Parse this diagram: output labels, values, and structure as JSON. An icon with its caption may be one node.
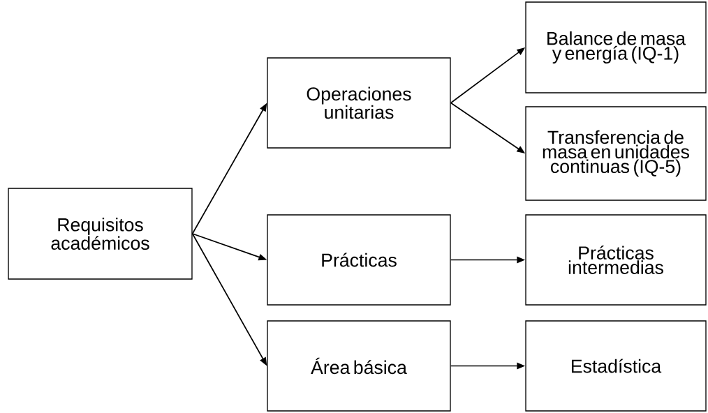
{
  "diagram": {
    "nodes": [
      {
        "text": [
          "Requisitos académicos"
        ]
      },
      {
        "text": [
          "Operaciones unitarias"
        ]
      },
      {
        "text": [
          "Balance de masa y energía (IQ-1)"
        ]
      },
      {
        "text": [
          "Transferencia de masa en unidades continuas (IQ-5)"
        ]
      },
      {
        "text": [
          "Prácticas"
        ]
      },
      {
        "text": [
          "Prácticas intermedias"
        ]
      },
      {
        "text": [
          "Área básica"
        ]
      },
      {
        "text": [
          "Estadística"
        ]
      }
    ],
    "edges": [
      {
        "from": 0,
        "to": 1,
        "arrow": "to"
      },
      {
        "from": 0,
        "to": 4,
        "arrow": "to"
      },
      {
        "from": 0,
        "to": 6,
        "arrow": "to"
      },
      {
        "from": 1,
        "to": 2,
        "arrow": "to"
      },
      {
        "from": 1,
        "to": 3,
        "arrow": "to"
      },
      {
        "from": 4,
        "to": 5,
        "arrow": "to"
      },
      {
        "from": 6,
        "to": 7,
        "arrow": "to"
      }
    ]
  }
}
